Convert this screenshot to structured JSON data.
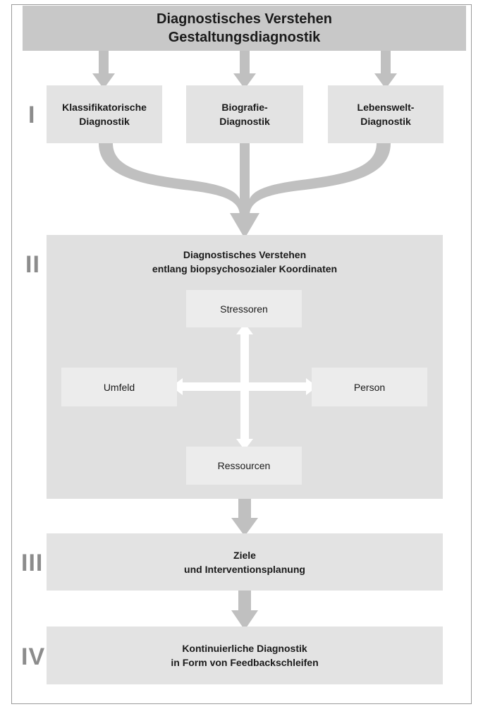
{
  "header": {
    "line1": "Diagnostisches Verstehen",
    "line2": "Gestaltungsdiagnostik"
  },
  "stage1": {
    "numeral": "I",
    "boxes": [
      {
        "line1": "Klassifikatorische",
        "line2": "Diagnostik"
      },
      {
        "line1": "Biografie-",
        "line2": "Diagnostik"
      },
      {
        "line1": "Lebenswelt-",
        "line2": "Diagnostik"
      }
    ]
  },
  "stage2": {
    "numeral": "II",
    "title_line1": "Diagnostisches Verstehen",
    "title_line2": "entlang biopsychosozialer Koordinaten",
    "top": "Stressoren",
    "left": "Umfeld",
    "right": "Person",
    "bottom": "Ressourcen"
  },
  "stage3": {
    "numeral": "III",
    "line1": "Ziele",
    "line2": "und Interventionsplanung"
  },
  "stage4": {
    "numeral": "IV",
    "line1": "Kontinuierliche Diagnostik",
    "line2": "in Form von Feedbackschleifen"
  },
  "colors": {
    "arrow_gray": "#c0c0c0",
    "numeral_gray": "#8c8c8c",
    "box_light": "#e3e3e3",
    "box_dark": "#c8c8c8"
  }
}
